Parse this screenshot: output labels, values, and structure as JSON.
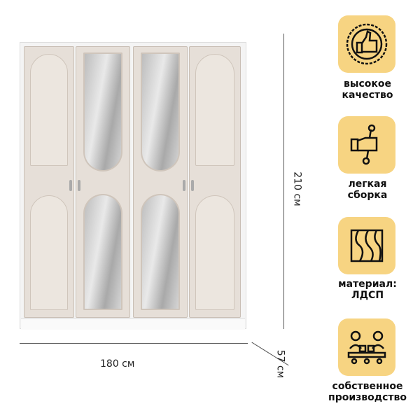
{
  "dimensions": {
    "height": "210 см",
    "width": "180 см",
    "depth": "57 см"
  },
  "features": [
    {
      "icon": "thumbs-up-badge-icon",
      "line1": "высокое",
      "line2": "качество"
    },
    {
      "icon": "hand-wrench-icon",
      "line1": "легкая",
      "line2": "сборка"
    },
    {
      "icon": "wood-grain-icon",
      "line1": "материал:",
      "line2": "ЛДСП"
    },
    {
      "icon": "factory-workers-icon",
      "line1": "собственное",
      "line2": "производство"
    }
  ],
  "colors": {
    "accent": "#f7d482",
    "door": "#e6dfd8"
  }
}
